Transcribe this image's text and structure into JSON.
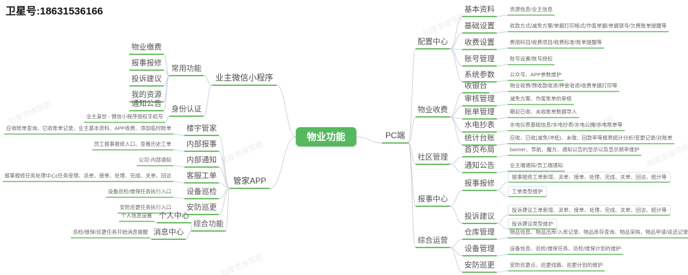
{
  "header": {
    "title": "卫星号:18631536166"
  },
  "watermark": {
    "text": "知犀思维导图"
  },
  "colors": {
    "root_bg": "#56b95f",
    "underline": "#6fbf68",
    "connector": "#ced3da"
  },
  "root": {
    "label": "物业功能"
  },
  "left": {
    "mini_program": {
      "label": "业主微信小程序",
      "common": {
        "label": "常用功能",
        "items": [
          {
            "label": "物业缴费"
          },
          {
            "label": "报事报修"
          },
          {
            "label": "投诉建议"
          },
          {
            "label": "我的资源"
          },
          {
            "label": "通知公告"
          }
        ]
      },
      "identity": {
        "label": "身份认证",
        "detail": "业主身份 - 微信小程序授权手机号"
      }
    },
    "butler_app": {
      "label": "管家APP",
      "items": [
        {
          "label": "楼宇管家",
          "detail": "应收账单查询、已收账单记录、业主基本资料、APP收费、添加临时账单"
        },
        {
          "label": "内部报事",
          "detail": "员工报事报修入口、查看历史工单"
        },
        {
          "label": "内部通知",
          "detail": "公司-内部通知"
        },
        {
          "label": "客服工单",
          "detail": "报事报修任务处理中心(任务受理、派单、接单、处理、完成、关单、回访"
        },
        {
          "label": "设备巡检",
          "detail": "设备巡检/维保任务执行入口"
        },
        {
          "label": "安防巡更",
          "detail": "安防巡更任务执行入口"
        }
      ],
      "misc": {
        "label": "综合功能",
        "children": [
          {
            "label": "个人中心",
            "detail": "个人信息设置"
          },
          {
            "label": "消息中心",
            "detail": "巡检/维保/巡更任务开始消息提醒"
          }
        ]
      }
    }
  },
  "right": {
    "pc": {
      "label": "PC端"
    },
    "sections": [
      {
        "label": "配置中心",
        "items": [
          {
            "label": "基本资料",
            "detail": "资源信息/业主信息"
          },
          {
            "label": "基础设置",
            "detail": "收款方式/减免方案/单据打印格式/作废单据/单据锁号/欠费账单提醒等"
          },
          {
            "label": "收费设置",
            "detail": "费用科目/收费项目/收费标准/账单提醒等"
          },
          {
            "label": "账号管理",
            "detail": "账号设置/账号授权"
          },
          {
            "label": "系统参数",
            "detail": "公众号、APP参数维护"
          }
        ]
      },
      {
        "label": "物业收费",
        "items": [
          {
            "label": "收银台",
            "detail": "物业收费/预收款收退/押金收退/收费单据打印等"
          },
          {
            "label": "审核管理",
            "detail": "减免方案、作废账单的审核"
          },
          {
            "label": "账单管理",
            "detail": "期初已收、未收账单数据导入"
          },
          {
            "label": "水电抄表",
            "detail": "水电仪表基础信息/水电抄表/水电公摊/水电账单等"
          },
          {
            "label": "统计台账",
            "detail": "应收、已收(减免/冲抵)、未收、回款率等报表统计分析/变更记录/对账单"
          }
        ]
      },
      {
        "label": "社区管理",
        "items": [
          {
            "label": "首页布局",
            "detail": "banner、导航、魔方、通知公告的显示以及显示频率维护"
          },
          {
            "label": "通知公告",
            "detail": "业主端通知/员工端通知"
          }
        ]
      },
      {
        "label": "报事中心",
        "items": [
          {
            "label": "报事报修",
            "details": [
              "报事报修工单新增、派单、接单、处理、完成、关单、回访、统计等",
              "工单类型维护"
            ]
          },
          {
            "label": "投诉建议",
            "details": [
              "投诉建议工单新增、派单、接单、处理、完成、关单、回访、统计等",
              "投诉建议类型维护"
            ]
          }
        ]
      },
      {
        "label": "综合运营",
        "items": [
          {
            "label": "仓库管理",
            "detail": "物品信息、物品出库/入库记录、物品库存查询、物品采购、物品申请/返还记录等"
          },
          {
            "label": "设备管理",
            "detail": "设备信息、巡检/维保任务、巡检/维保计划的维护"
          },
          {
            "label": "安防巡更",
            "detail": "安防巡更点、巡更线路、巡更计划的维护"
          }
        ]
      }
    ]
  }
}
